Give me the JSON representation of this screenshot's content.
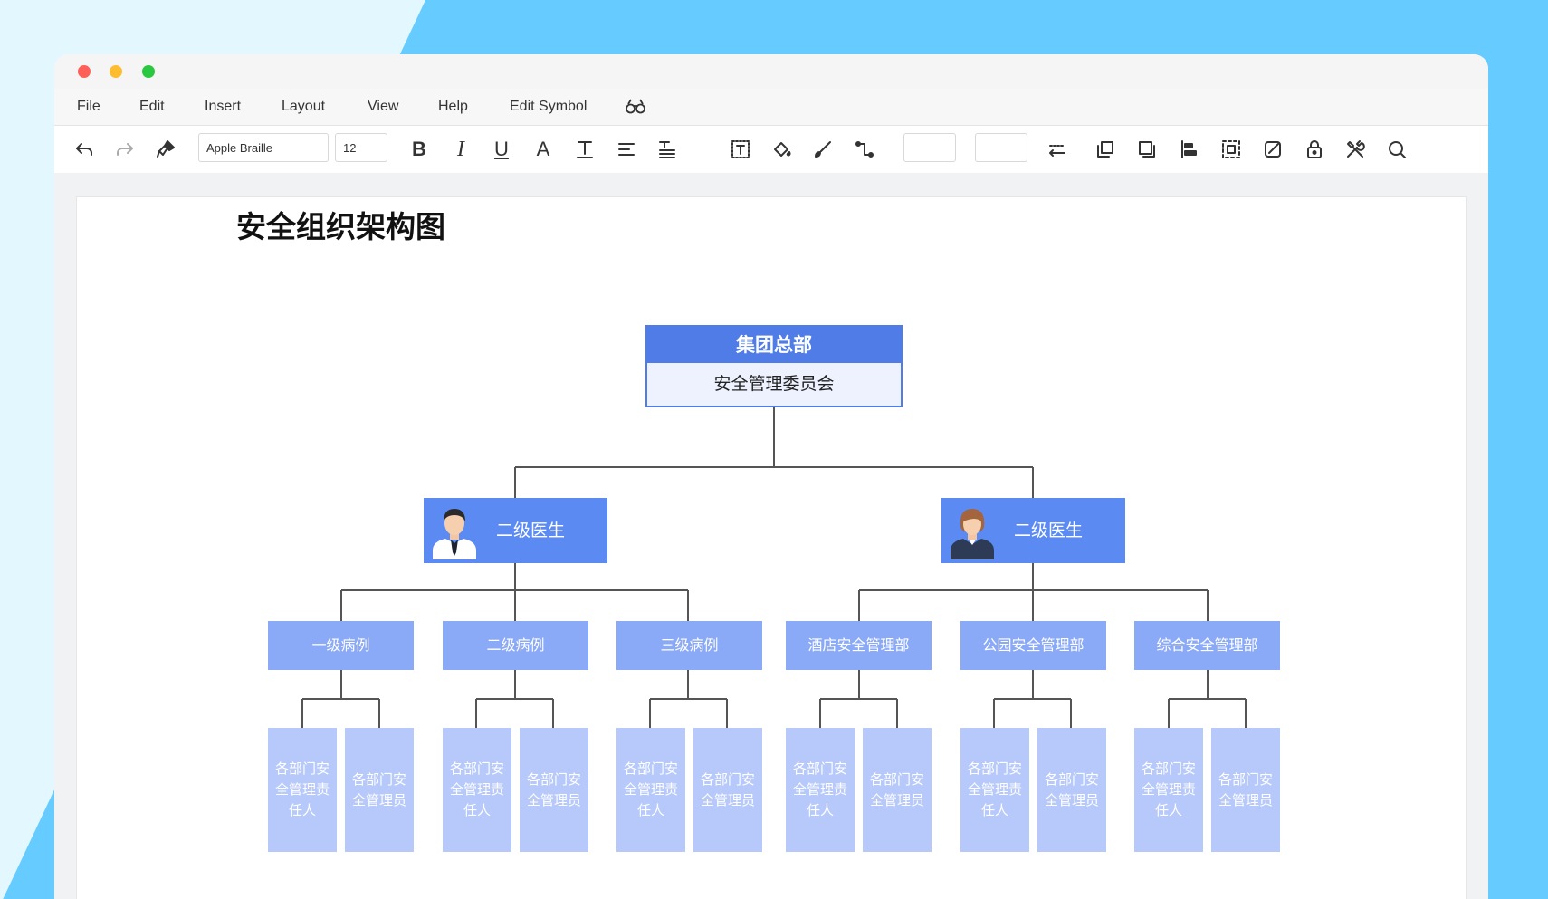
{
  "menu": {
    "file": "File",
    "edit": "Edit",
    "insert": "Insert",
    "layout": "Layout",
    "view": "View",
    "help": "Help",
    "edit_symbol": "Edit Symbol"
  },
  "toolbar": {
    "font_family": "Apple Braille",
    "font_size": "12",
    "bold": "B",
    "italic": "I",
    "underline": "U",
    "font_color": "A"
  },
  "colors": {
    "background_blue": "#66ccff",
    "root_header": "#4f7ce6",
    "level2": "#5b8bf2",
    "level3": "#8aa9f7",
    "level4": "#b7c9fb"
  },
  "chart": {
    "title": "安全组织架构图",
    "root": {
      "title": "集团总部",
      "subtitle": "安全管理委员会"
    },
    "level2": [
      {
        "label": "二级医生",
        "avatar": "male-doctor-icon"
      },
      {
        "label": "二级医生",
        "avatar": "female-doctor-icon"
      }
    ],
    "level3": [
      {
        "label": "一级病例"
      },
      {
        "label": "二级病例"
      },
      {
        "label": "三级病例"
      },
      {
        "label": "酒店安全管理部"
      },
      {
        "label": "公园安全管理部"
      },
      {
        "label": "综合安全管理部"
      }
    ],
    "level4": [
      "各部门安全管理责任人",
      "各部门安全管理员",
      "各部门安全管理责任人",
      "各部门安全管理员",
      "各部门安全管理责任人",
      "各部门安全管理员",
      "各部门安全管理责任人",
      "各部门安全管理员",
      "各部门安全管理责任人",
      "各部门安全管理员",
      "各部门安全管理责任人",
      "各部门安全管理员"
    ]
  }
}
